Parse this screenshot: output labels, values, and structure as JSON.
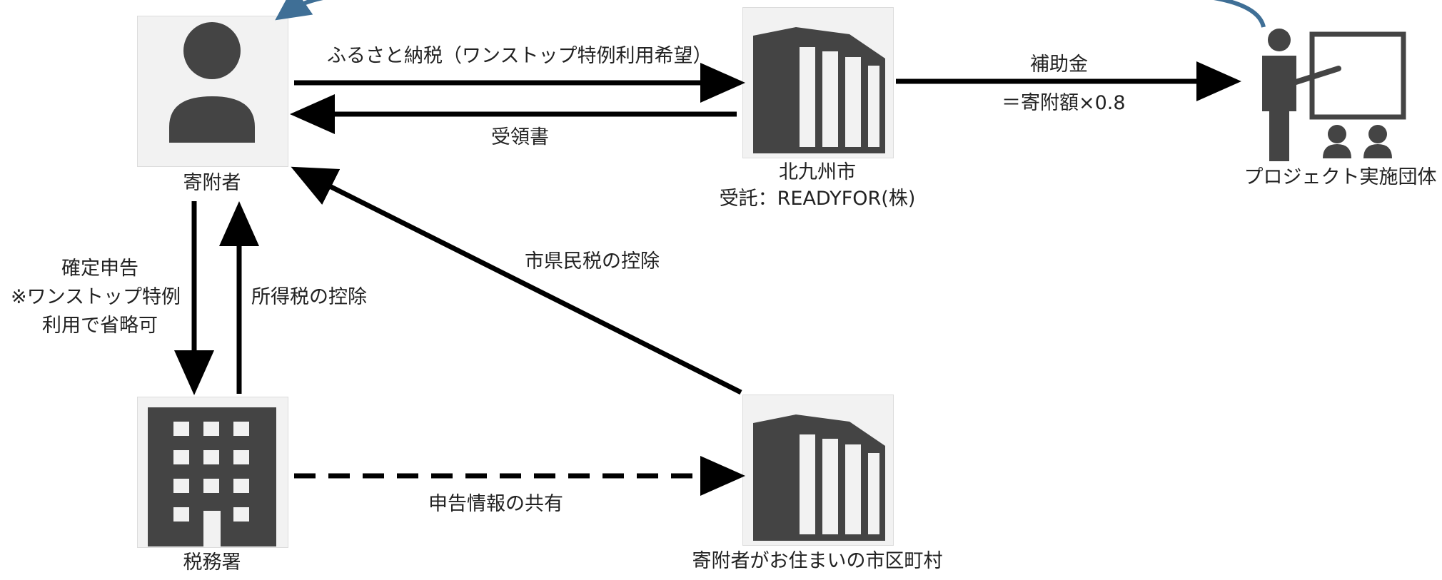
{
  "nodes": {
    "donor": {
      "label": "寄附者"
    },
    "city": {
      "label": "北九州市",
      "sublabel": "受託：READYFOR(株)"
    },
    "project_group": {
      "label": "プロジェクト実施団体"
    },
    "tax_office": {
      "label": "税務署"
    },
    "municipality": {
      "label": "寄附者がお住まいの市区町村"
    }
  },
  "edges": {
    "furusato": {
      "label": "ふるさと納税（ワンストップ特例利用希望）"
    },
    "receipt": {
      "label": "受領書"
    },
    "subsidy": {
      "label": "補助金",
      "formula": "＝寄附額×0.8"
    },
    "tax_return": {
      "line1": "確定申告",
      "line2": "※ワンストップ特例",
      "line3": "利用で省略可"
    },
    "income_tax": {
      "label": "所得税の控除"
    },
    "resident_tax": {
      "label": "市県民税の控除"
    },
    "info_share": {
      "label": "申告情報の共有"
    }
  },
  "colors": {
    "arrow": "#000000",
    "icon": "#444444",
    "tile": "#f2f2f2",
    "curve": "#3f6f96"
  }
}
